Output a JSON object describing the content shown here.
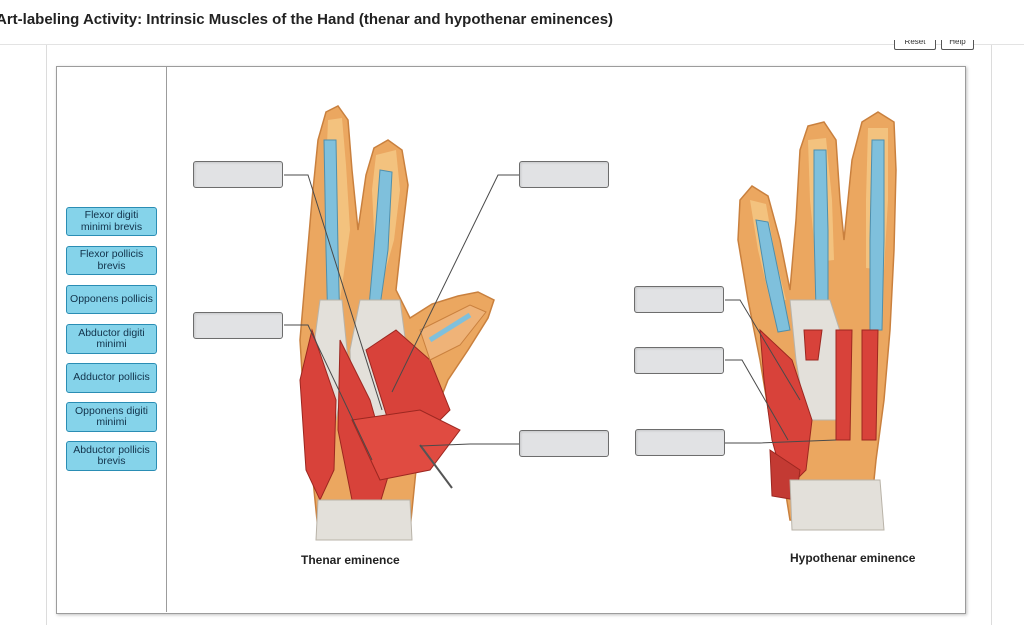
{
  "page": {
    "title": "Art-labeling Activity: Intrinsic Muscles of the Hand (thenar and hypothenar eminences)",
    "reset_label": "Reset",
    "help_label": "Help"
  },
  "label_bank": [
    "Flexor digiti minimi brevis",
    "Flexor pollicis brevis",
    "Opponens pollicis",
    "Abductor digiti minimi",
    "Adductor pollicis",
    "Opponens digiti minimi",
    "Abductor pollicis brevis"
  ],
  "figure": {
    "left_caption": "Thenar eminence",
    "right_caption": "Hypothenar eminence"
  },
  "colors": {
    "chip_fill": "#85d3ea",
    "chip_border": "#2a8db4",
    "muscle_red": "#d8423a",
    "skin": "#eba760",
    "tendon": "#7fc0dc"
  }
}
